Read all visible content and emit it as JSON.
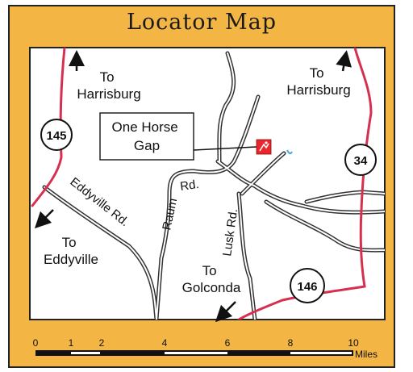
{
  "title": "Locator Map",
  "places": {
    "to_harrisburg_nw": [
      "To",
      "Harrisburg"
    ],
    "to_harrisburg_ne": [
      "To",
      "Harrisburg"
    ],
    "to_eddyville": [
      "To",
      "Eddyville"
    ],
    "to_golconda": [
      "To",
      "Golconda"
    ],
    "callout": [
      "One Horse",
      "Gap"
    ]
  },
  "roads": {
    "raum": [
      "Raum",
      "Rd."
    ],
    "eddyville": "Eddyville Rd.",
    "lusk": "Lusk Rd."
  },
  "routes": {
    "r145": "145",
    "r34": "34",
    "r146": "146"
  },
  "scale": {
    "ticks": [
      "0",
      "1",
      "2",
      "4",
      "6",
      "8",
      "10"
    ],
    "unit": "Miles"
  },
  "colors": {
    "frame": "#f3b544",
    "highway": "#d6304f",
    "road": "#333333",
    "marker": "#e8262c",
    "water": "#4fa7d9"
  },
  "icons": [
    "north-arrow-icon",
    "northeast-arrow-icon",
    "southwest-arrow-icon",
    "trailhead-marker-icon"
  ]
}
